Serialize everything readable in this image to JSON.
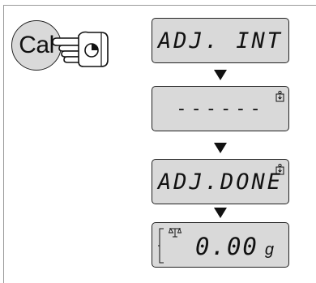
{
  "key": {
    "label": "Cal",
    "pointer_icon": "hand-pointing-icon"
  },
  "steps": [
    {
      "text": "ADJ. INT",
      "icon": null
    },
    {
      "text": "------",
      "icon": "weight-icon"
    },
    {
      "text": "ADJ.DONE",
      "icon": "weight-icon"
    },
    {
      "text": "0.00",
      "unit": "g",
      "icon": "balance-icon"
    }
  ],
  "connector_icon": "arrow-down-icon",
  "colors": {
    "display_background": "#d9d9d9",
    "ink": "#111111"
  }
}
